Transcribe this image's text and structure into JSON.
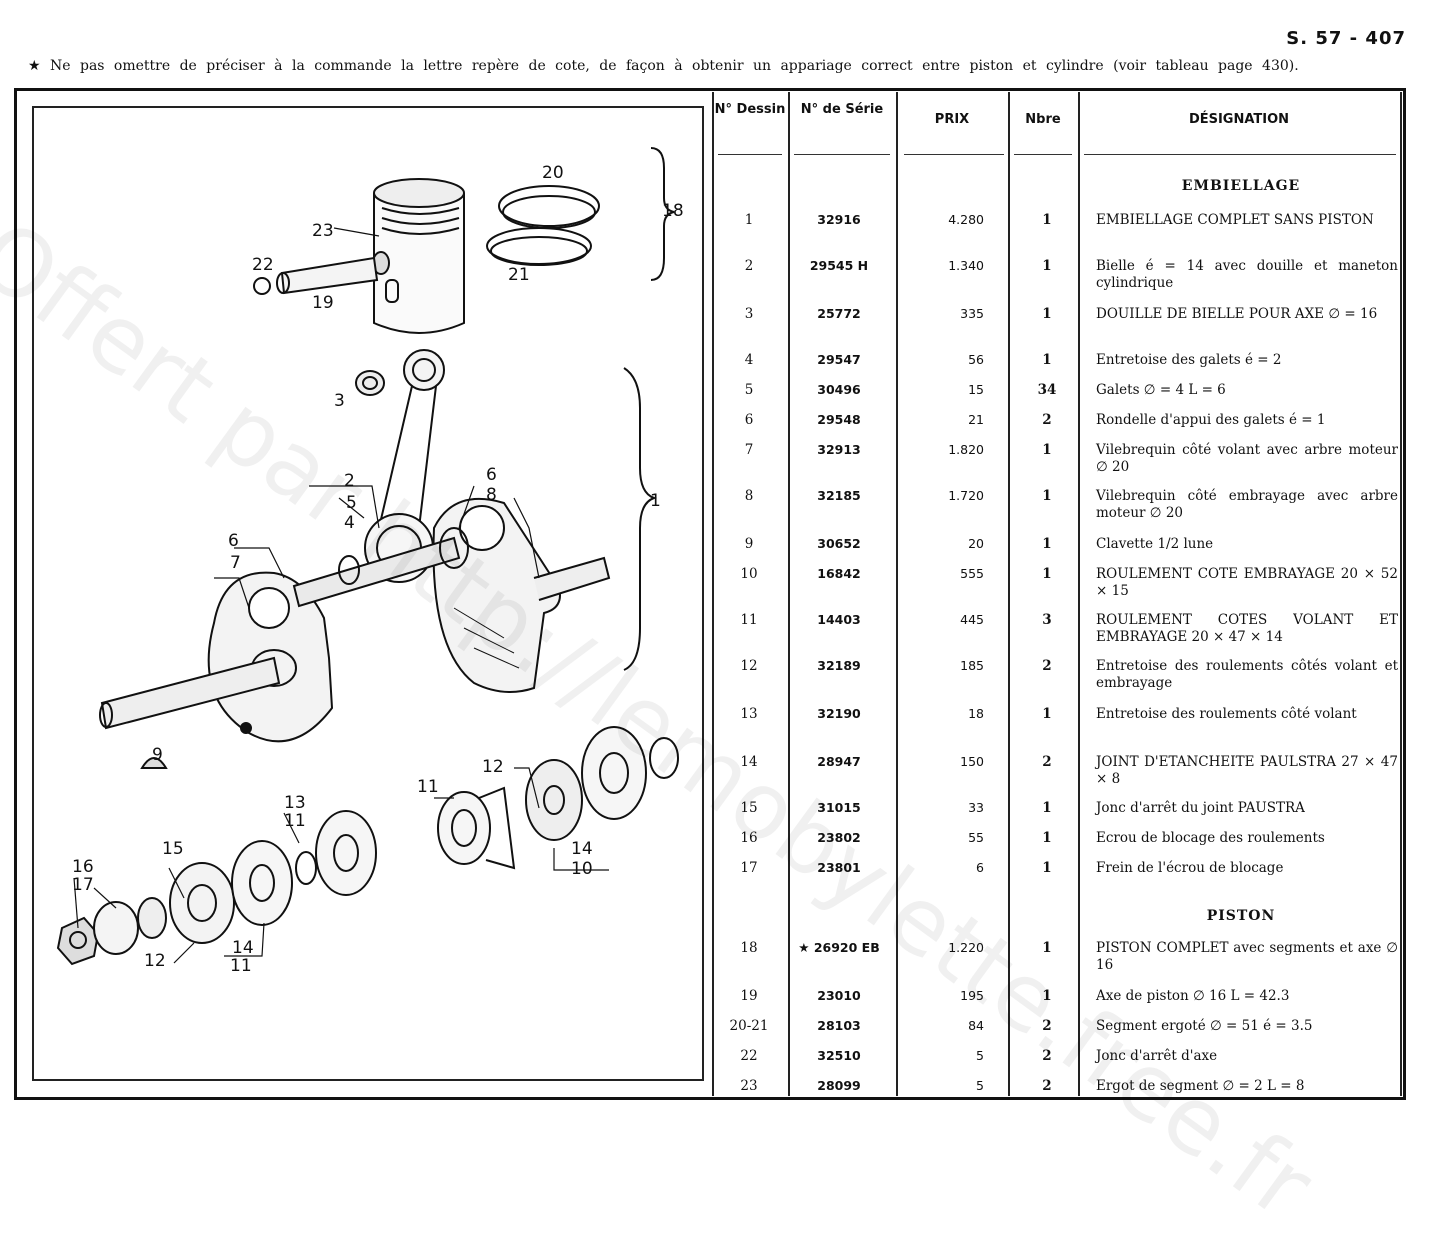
{
  "page_ref": "S. 57 - 407",
  "note": "★ Ne pas omettre de préciser à la commande la lettre repère de cote, de façon à obtenir un appariage correct entre piston et cylindre (voir tableau page 430).",
  "watermark": "Offert par http://lemobylette.free.fr",
  "headers": {
    "dessin": "N° Dessin",
    "serie": "N° de Série",
    "prix": "PRIX",
    "nbre": "Nbre",
    "designation": "DÉSIGNATION"
  },
  "sections": [
    {
      "title": "EMBIELLAGE"
    },
    {
      "title": "PISTON"
    }
  ],
  "rows": [
    {
      "dessin": "1",
      "serie": "32916",
      "prix": "4.280",
      "nbre": "1",
      "designation": "EMBIELLAGE COMPLET SANS PISTON"
    },
    {
      "dessin": "2",
      "serie": "29545 H",
      "prix": "1.340",
      "nbre": "1",
      "designation": "Bielle é = 14 avec douille et maneton cylindrique"
    },
    {
      "dessin": "3",
      "serie": "25772",
      "prix": "335",
      "nbre": "1",
      "designation": "DOUILLE DE BIELLE POUR AXE ∅ = 16"
    },
    {
      "dessin": "4",
      "serie": "29547",
      "prix": "56",
      "nbre": "1",
      "designation": "Entretoise des galets é = 2"
    },
    {
      "dessin": "5",
      "serie": "30496",
      "prix": "15",
      "nbre": "34",
      "designation": "Galets ∅ = 4 L = 6"
    },
    {
      "dessin": "6",
      "serie": "29548",
      "prix": "21",
      "nbre": "2",
      "designation": "Rondelle d'appui des galets é = 1"
    },
    {
      "dessin": "7",
      "serie": "32913",
      "prix": "1.820",
      "nbre": "1",
      "designation": "Vilebrequin côté volant avec arbre moteur ∅ 20"
    },
    {
      "dessin": "8",
      "serie": "32185",
      "prix": "1.720",
      "nbre": "1",
      "designation": "Vilebrequin côté embrayage avec arbre moteur ∅ 20"
    },
    {
      "dessin": "9",
      "serie": "30652",
      "prix": "20",
      "nbre": "1",
      "designation": "Clavette 1/2 lune"
    },
    {
      "dessin": "10",
      "serie": "16842",
      "prix": "555",
      "nbre": "1",
      "designation": "ROULEMENT COTE EMBRAYAGE 20 × 52 × 15"
    },
    {
      "dessin": "11",
      "serie": "14403",
      "prix": "445",
      "nbre": "3",
      "designation": "ROULEMENT COTES VOLANT ET EMBRAYAGE 20 × 47 × 14"
    },
    {
      "dessin": "12",
      "serie": "32189",
      "prix": "185",
      "nbre": "2",
      "designation": "Entretoise des roulements côtés volant et embrayage"
    },
    {
      "dessin": "13",
      "serie": "32190",
      "prix": "18",
      "nbre": "1",
      "designation": "Entretoise des roulements côté volant"
    },
    {
      "dessin": "14",
      "serie": "28947",
      "prix": "150",
      "nbre": "2",
      "designation": "JOINT D'ETANCHEITE PAULSTRA 27 × 47 × 8"
    },
    {
      "dessin": "15",
      "serie": "31015",
      "prix": "33",
      "nbre": "1",
      "designation": "Jonc d'arrêt du joint PAUSTRA"
    },
    {
      "dessin": "16",
      "serie": "23802",
      "prix": "55",
      "nbre": "1",
      "designation": "Ecrou de blocage des roulements"
    },
    {
      "dessin": "17",
      "serie": "23801",
      "prix": "6",
      "nbre": "1",
      "designation": "Frein de l'écrou de blocage"
    },
    {
      "dessin": "18",
      "serie": "★ 26920 EB",
      "prix": "1.220",
      "nbre": "1",
      "designation": "PISTON COMPLET avec segments et axe ∅ 16"
    },
    {
      "dessin": "19",
      "serie": "23010",
      "prix": "195",
      "nbre": "1",
      "designation": "Axe de piston ∅ 16 L = 42.3"
    },
    {
      "dessin": "20-21",
      "serie": "28103",
      "prix": "84",
      "nbre": "2",
      "designation": "Segment ergoté ∅ = 51 é = 3.5"
    },
    {
      "dessin": "22",
      "serie": "32510",
      "prix": "5",
      "nbre": "2",
      "designation": "Jonc d'arrêt d'axe"
    },
    {
      "dessin": "23",
      "serie": "28099",
      "prix": "5",
      "nbre": "2",
      "designation": "Ergot de segment ∅ = 2 L = 8"
    }
  ],
  "callouts": [
    "1",
    "2",
    "3",
    "4",
    "5",
    "6",
    "7",
    "8",
    "9",
    "10",
    "11",
    "12",
    "13",
    "14",
    "15",
    "16",
    "17",
    "18",
    "19",
    "20",
    "21",
    "22",
    "23"
  ],
  "drawing_callouts": {
    "c20": "20",
    "c23": "23",
    "c22": "22",
    "c19": "19",
    "c21": "21",
    "c18": "18",
    "c3": "3",
    "c1": "1",
    "c2": "2",
    "c5": "5",
    "c4": "4",
    "c6a": "6",
    "c7": "7",
    "c6b": "6",
    "c8": "8",
    "c9": "9",
    "c12a": "12",
    "c11a": "11",
    "c14a": "14",
    "c10": "10",
    "c13": "13",
    "c11b": "11",
    "c15": "15",
    "c16": "16",
    "c17": "17",
    "c14b": "14",
    "c12b": "12",
    "c11c": "11"
  }
}
